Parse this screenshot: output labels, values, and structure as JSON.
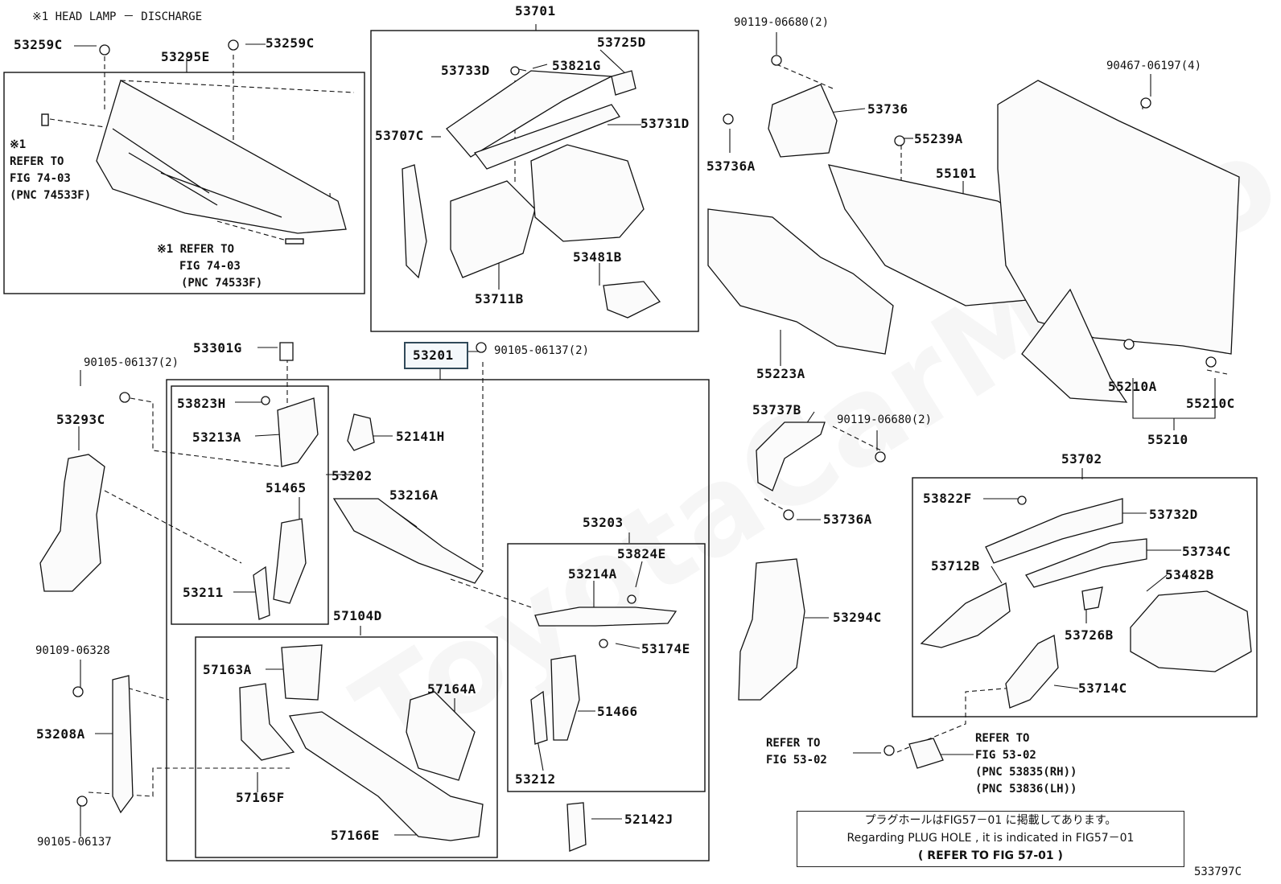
{
  "watermark": "ToyotaCarMicro",
  "header_note": "※1 HEAD LAMP － DISCHARGE",
  "figure_code": "533797C",
  "notice": {
    "line1": "プラグホールはFIG57－01 に掲載してあります。",
    "line2": "Regarding  PLUG HOLE , it is indicated in FIG57－01",
    "line3": "(   REFER TO FIG 57-01 )"
  },
  "refs": {
    "ref1_a": "※1",
    "ref1_b": "REFER TO",
    "ref1_c": "FIG 74-03",
    "ref1_d": "(PNC 74533F)",
    "ref2_a": "※1 REFER TO",
    "ref2_b": "FIG 74-03",
    "ref2_c": "(PNC 74533F)",
    "ref3_a": "REFER TO",
    "ref3_b": "FIG 53-02",
    "ref4_a": "REFER TO",
    "ref4_b": "FIG 53-02",
    "ref4_c": "(PNC 53835(RH))",
    "ref4_d": "(PNC 53836(LH))"
  },
  "parts": {
    "p53259c_a": "53259C",
    "p53295e": "53295E",
    "p53259c_b": "53259C",
    "p53701": "53701",
    "p53725d": "53725D",
    "p53733d": "53733D",
    "p53821g": "53821G",
    "p53707c": "53707C",
    "p53731d": "53731D",
    "p53481b": "53481B",
    "p53711b": "53711B",
    "p90119_a": "90119-06680(2)",
    "p53736": "53736",
    "p53736a_a": "53736A",
    "p55239a": "55239A",
    "p55101": "55101",
    "p90467": "90467-06197(4)",
    "p55223a": "55223A",
    "p55210a": "55210A",
    "p55210c": "55210C",
    "p55210": "55210",
    "p53301g": "53301G",
    "p53201": "53201",
    "p90105_a": "90105-06137(2)",
    "p90105_b": "90105-06137(2)",
    "p53293c": "53293C",
    "p53823h": "53823H",
    "p53213a": "53213A",
    "p52141h": "52141H",
    "p53202": "53202",
    "p51465": "51465",
    "p53216a": "53216A",
    "p53211": "53211",
    "p53203": "53203",
    "p53824e": "53824E",
    "p53214a": "53214A",
    "p53174e": "53174E",
    "p51466": "51466",
    "p53212": "53212",
    "p57104d": "57104D",
    "p57163a": "57163A",
    "p57164a": "57164A",
    "p57165f": "57165F",
    "p57166e": "57166E",
    "p52142j": "52142J",
    "p90109": "90109-06328",
    "p53208a": "53208A",
    "p90105_c": "90105-06137",
    "p53737b": "53737B",
    "p90119_b": "90119-06680(2)",
    "p53736a_b": "53736A",
    "p53294c": "53294C",
    "p53702": "53702",
    "p53822f": "53822F",
    "p53732d": "53732D",
    "p53712b": "53712B",
    "p53734c": "53734C",
    "p53482b": "53482B",
    "p53726b": "53726B",
    "p53714c": "53714C"
  }
}
